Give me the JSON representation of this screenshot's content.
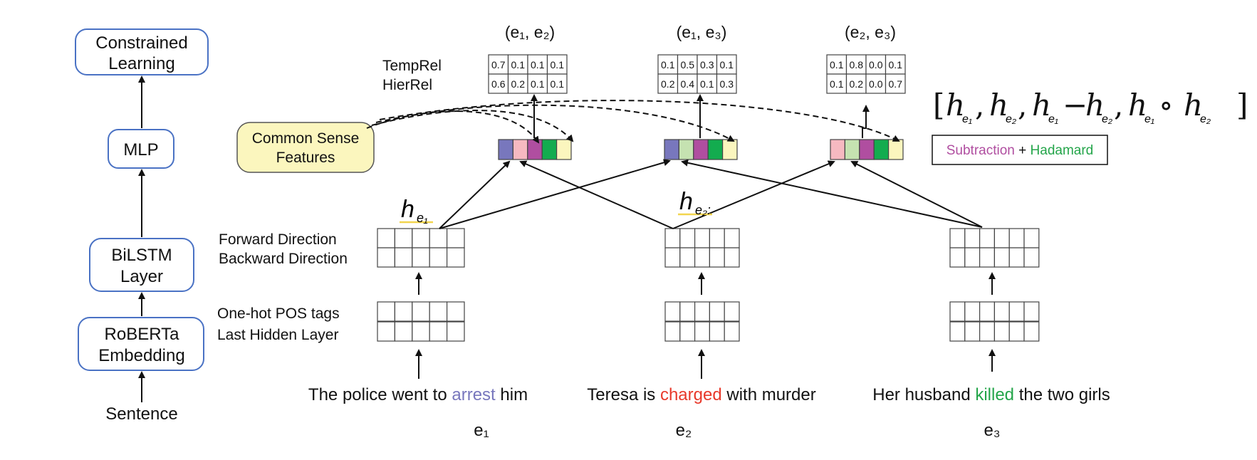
{
  "colors": {
    "e1": "#7877bd",
    "e2": "#f6b9c1",
    "e3": "#c5e2b1",
    "purple": "#b04ea0",
    "green": "#13ac4f",
    "yellow": "#fbf6be",
    "box_border": "#4a72c4",
    "e1_text": "#7877bd",
    "e2_text": "#e8392b",
    "e3_text": "#24a54a",
    "subtraction_text": "#b04ea0",
    "hadamard_text": "#24a54a",
    "underline": "#f2d54e"
  },
  "pipeline": {
    "boxes": [
      {
        "id": "constrained-learning-box",
        "lines": [
          "Constrained",
          "Learning"
        ]
      },
      {
        "id": "mlp-box",
        "lines": [
          "MLP"
        ]
      },
      {
        "id": "bilstm-layer-box",
        "lines": [
          "BiLSTM",
          "Layer"
        ]
      },
      {
        "id": "roberta-embedding-box",
        "lines": [
          "RoBERTa",
          "Embedding"
        ]
      }
    ],
    "input_label": "Sentence"
  },
  "row_labels": {
    "forward": "Forward Direction",
    "backward": "Backward Direction",
    "pos": "One-hot POS tags",
    "hidden": "Last Hidden Layer",
    "temprel": "TempRel",
    "hierrel": "HierRel"
  },
  "common_sense": [
    "Common Sense",
    "Features"
  ],
  "pairs": [
    {
      "label": "(e₁, e₂)",
      "temprel": [
        "0.7",
        "0.1",
        "0.1",
        "0.1"
      ],
      "hierrel": [
        "0.6",
        "0.2",
        "0.1",
        "0.1"
      ]
    },
    {
      "label": "(e₁, e₃)",
      "temprel": [
        "0.1",
        "0.5",
        "0.3",
        "0.1"
      ],
      "hierrel": [
        "0.2",
        "0.4",
        "0.1",
        "0.3"
      ]
    },
    {
      "label": "(e₂, e₃)",
      "temprel": [
        "0.1",
        "0.8",
        "0.0",
        "0.1"
      ],
      "hierrel": [
        "0.1",
        "0.2",
        "0.0",
        "0.7"
      ]
    }
  ],
  "sentences": [
    {
      "before": "The police went to ",
      "event": "arrest",
      "after": " him",
      "entity": "e₁"
    },
    {
      "before": "Teresa is ",
      "event": "charged",
      "after": " with murder",
      "entity": "e₂"
    },
    {
      "before": "Her husband ",
      "event": "killed",
      "after": " the two girls",
      "entity": "e₃"
    }
  ],
  "hidden_labels": {
    "h1": "h",
    "h1_sub": "e₁",
    "h2": "h",
    "h2_sub": "e₂:"
  },
  "formula": {
    "open": "[",
    "he1": "h",
    "e1": "e₁",
    "he2": "h",
    "e2": "e₂",
    "comma": ",",
    "minus": "−",
    "circ": "∘",
    "close": "]"
  },
  "legend": {
    "subtraction": "Subtraction",
    "plus": " + ",
    "hadamard": "Hadamard"
  }
}
